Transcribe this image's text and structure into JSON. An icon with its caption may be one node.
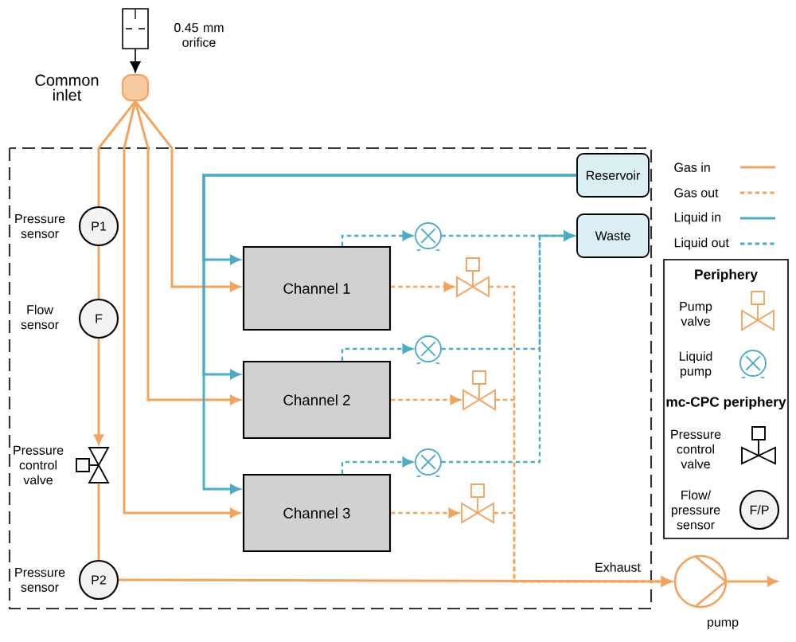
{
  "diagram": {
    "nodes": [
      {
        "text": [],
        "shape": "box",
        "beside": [
          "0.45 mm orifice"
        ]
      },
      {
        "text": [],
        "shape": "box",
        "beside": [
          "Common inlet"
        ]
      },
      {
        "text": [
          "Reservoir"
        ]
      },
      {
        "text": [
          "Waste"
        ]
      },
      {
        "text": [
          "P1"
        ],
        "beside": [
          "Pressure sensor"
        ]
      },
      {
        "text": [
          "F"
        ],
        "beside": [
          "Flow sensor"
        ]
      },
      {
        "text": [
          "Channel 1"
        ]
      },
      {
        "text": [
          "Channel 2"
        ]
      },
      {
        "text": [
          "Channel 3"
        ]
      },
      {
        "text": [],
        "shape": "valve",
        "beside": [
          "Pressure control valve"
        ]
      },
      {
        "text": [
          "P2"
        ],
        "beside": [
          "Pressure sensor"
        ]
      },
      {
        "text": [],
        "shape": "pump",
        "beside": [
          "pump"
        ]
      },
      {
        "text": [],
        "shape": "valve"
      },
      {
        "text": [],
        "shape": "valve"
      },
      {
        "text": [],
        "shape": "valve"
      },
      {
        "text": [],
        "shape": "pump"
      },
      {
        "text": [],
        "shape": "pump"
      },
      {
        "text": [],
        "shape": "pump"
      }
    ],
    "edges": [
      {
        "from": 0,
        "to": 1,
        "arrow": "to",
        "color": "#000000"
      },
      {
        "from": 1,
        "to": 4,
        "arrow": "none",
        "color": "#f5a35c"
      },
      {
        "from": 4,
        "to": 5,
        "arrow": "none",
        "color": "#f5a35c"
      },
      {
        "from": 5,
        "to": 9,
        "arrow": "to",
        "color": "#f5a35c"
      },
      {
        "from": 9,
        "to": 10,
        "arrow": "none",
        "color": "#f5a35c"
      },
      {
        "from": 1,
        "to": 6,
        "arrow": "to",
        "color": "#f5a35c"
      },
      {
        "from": 1,
        "to": 7,
        "arrow": "to",
        "color": "#f5a35c"
      },
      {
        "from": 1,
        "to": 8,
        "arrow": "to",
        "color": "#f5a35c"
      },
      {
        "from": 10,
        "to": 11,
        "arrow": "to",
        "color": "#f5a35c",
        "label": "Exhaust"
      },
      {
        "from": 6,
        "to": 12,
        "arrow": "to",
        "style": "dashed",
        "color": "#f5a35c"
      },
      {
        "from": 7,
        "to": 13,
        "arrow": "to",
        "style": "dashed",
        "color": "#f5a35c"
      },
      {
        "from": 8,
        "to": 14,
        "arrow": "to",
        "style": "dashed",
        "color": "#f5a35c"
      },
      {
        "from": 12,
        "to": 11,
        "arrow": "to",
        "style": "dashed",
        "color": "#f5a35c"
      },
      {
        "from": 13,
        "to": 11,
        "arrow": "to",
        "style": "dashed",
        "color": "#f5a35c"
      },
      {
        "from": 14,
        "to": 11,
        "arrow": "to",
        "style": "dashed",
        "color": "#f5a35c"
      },
      {
        "from": 2,
        "to": 6,
        "arrow": "to",
        "color": "#4bacc6"
      },
      {
        "from": 2,
        "to": 7,
        "arrow": "to",
        "color": "#4bacc6"
      },
      {
        "from": 2,
        "to": 8,
        "arrow": "to",
        "color": "#4bacc6"
      },
      {
        "from": 6,
        "to": 15,
        "arrow": "to",
        "style": "dashed",
        "color": "#4bacc6"
      },
      {
        "from": 15,
        "to": 3,
        "arrow": "to",
        "style": "dashed",
        "color": "#4bacc6"
      },
      {
        "from": 7,
        "to": 16,
        "arrow": "to",
        "style": "dashed",
        "color": "#4bacc6"
      },
      {
        "from": 16,
        "to": 3,
        "arrow": "to",
        "style": "dashed",
        "color": "#4bacc6"
      },
      {
        "from": 8,
        "to": 17,
        "arrow": "to",
        "style": "dashed",
        "color": "#4bacc6"
      },
      {
        "from": 17,
        "to": 3,
        "arrow": "to",
        "style": "dashed",
        "color": "#4bacc6"
      },
      {
        "from": 11,
        "to": null,
        "arrow": "to",
        "color": "#f5a35c"
      }
    ],
    "labels": [
      "Periphery",
      "mc-CPC periphery",
      "F/P"
    ],
    "legend": [
      {
        "text": "Gas in"
      },
      {
        "text": "Gas out"
      },
      {
        "text": "Liquid in"
      },
      {
        "text": "Liquid out"
      },
      {
        "text": "Pump valve"
      },
      {
        "text": "Liquid pump"
      },
      {
        "text": "Pressure control valve"
      },
      {
        "text": "Flow/ pressure sensor"
      }
    ]
  }
}
